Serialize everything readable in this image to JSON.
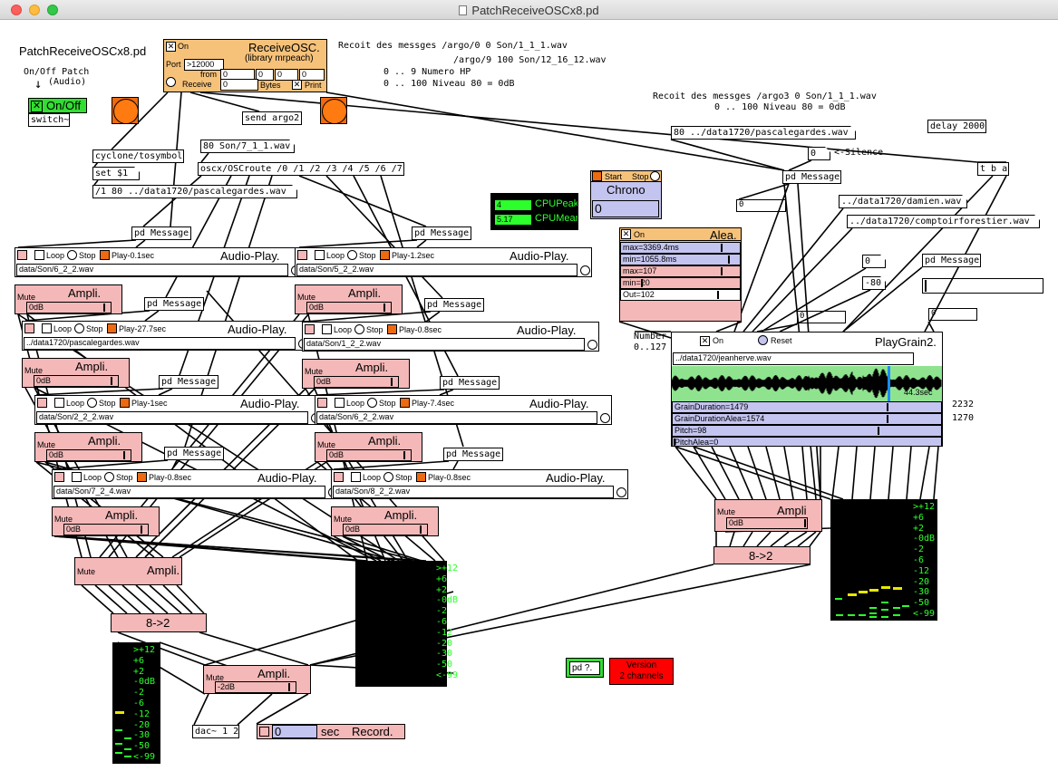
{
  "window": {
    "title": "PatchReceiveOSCx8.pd"
  },
  "colors": {
    "orange": "#ee6a10",
    "pink": "#f4b8b8",
    "lavender": "#c4c4f0",
    "tan": "#f6c27a",
    "vu_green": "#2dff2d",
    "vu_bg": "#000000",
    "alea": "#f6c27a",
    "chrono": "#c4c4f0",
    "version_red": "#ff0000",
    "pd_green": "#33dd33"
  },
  "labels": {
    "patch_name": "PatchReceiveOSCx8.pd",
    "onoff1": "On/Off Patch",
    "onoff2": "(Audio)",
    "recv1": "Recoit des messges /argo/0 0 Son/1_1_1.wav",
    "recv2": "/argo/9 100 Son/12_16_12.wav",
    "recv3": "0 .. 9 Numero HP",
    "recv4": "0 .. 100 Niveau 80 = 0dB",
    "recv5": "Recoit des messges /argo3 0 Son/1_1_1.wav",
    "recv6": "0 .. 100 Niveau 80 = 0dB",
    "number": "Number",
    "range": "0..127",
    "silence": "<-Silence",
    "gd_val": "2232",
    "gda_val": "1270"
  },
  "objects": {
    "switch": "switch~",
    "tosymbol": "cyclone/tosymbol",
    "set": "set $1",
    "send": "send argo2",
    "oscroute": "oscx/OSCroute /0 /1 /2 /3 /4 /5 /6 /7",
    "pdmsg": "pd Message",
    "delay": "delay 2000",
    "tba": "t b a",
    "dac": "dac~ 1 2",
    "pdq": "pd ?."
  },
  "messages": {
    "m1": "80 Son/7_1_1.wav",
    "m2": "/1 80 ../data1720/pascalegardes.wav",
    "m3": "80 ../data1720/pascalegardes.wav",
    "m4": "../data1720/damien.wav",
    "m5": "../data1720/comptoirforestier.wav",
    "zero": "0",
    "neg80": "-80"
  },
  "receiveosc": {
    "on": "On",
    "title": "ReceiveOSC.",
    "lib": "(library mrpeach)",
    "port_label": "Port",
    "port": ">12000",
    "from": "from",
    "receive": "Receive",
    "bytes": "Bytes",
    "print": "Print",
    "v0": "0"
  },
  "cpu": {
    "peak_val": "4",
    "peak": "CPUPeak",
    "mean_val": "5.17",
    "mean": "CPUMean"
  },
  "chrono": {
    "start": "Start",
    "stop": "Stop",
    "title": "Chrono",
    "value": "0"
  },
  "alea": {
    "on": "On",
    "title": "Alea.",
    "rows": [
      "max=3369.4ms",
      "min=1055.8ms",
      "max=107",
      "min=20",
      "Out=102"
    ]
  },
  "playgrain": {
    "on": "On",
    "reset": "Reset",
    "title": "PlayGrain2.",
    "file": "../data1720/jeanherve.wav",
    "time": "44.3sec",
    "rows": [
      "GrainDuration=1479",
      "GrainDurationAlea=1574",
      "Pitch=98",
      "PitchAlea=0"
    ]
  },
  "audioplayers": [
    {
      "loop": "Loop",
      "stop": "Stop",
      "play": "Play-0.1sec",
      "title": "Audio-Play.",
      "file": "data/Son/6_2_2.wav"
    },
    {
      "loop": "Loop",
      "stop": "Stop",
      "play": "Play-1.2sec",
      "title": "Audio-Play.",
      "file": "data/Son/5_2_2.wav"
    },
    {
      "loop": "Loop",
      "stop": "Stop",
      "play": "Play-27.7sec",
      "title": "Audio-Play.",
      "file": "../data1720/pascalegardes.wav"
    },
    {
      "loop": "Loop",
      "stop": "Stop",
      "play": "Play-0.8sec",
      "title": "Audio-Play.",
      "file": "data/Son/1_2_2.wav"
    },
    {
      "loop": "Loop",
      "stop": "Stop",
      "play": "Play-1sec",
      "title": "Audio-Play.",
      "file": "data/Son/2_2_2.wav"
    },
    {
      "loop": "Loop",
      "stop": "Stop",
      "play": "Play-7.4sec",
      "title": "Audio-Play.",
      "file": "data/Son/6_2_2.wav"
    },
    {
      "loop": "Loop",
      "stop": "Stop",
      "play": "Play-0.8sec",
      "title": "Audio-Play.",
      "file": "data/Son/7_2_4.wav"
    },
    {
      "loop": "Loop",
      "stop": "Stop",
      "play": "Play-0.8sec",
      "title": "Audio-Play.",
      "file": "data/Son/8_2_2.wav"
    }
  ],
  "ampli": {
    "mute": "Mute",
    "title": "Ampli.",
    "title2": "Ampli",
    "db": "0dB",
    "db_master": "-2dB"
  },
  "conv": "8->2",
  "vu_ticks": [
    ">+12",
    "+6",
    "+2",
    "-0dB",
    "-2",
    "-6",
    "-12",
    "-20",
    "-30",
    "-50",
    "<-99"
  ],
  "record": {
    "value": "0",
    "sec": "sec",
    "title": "Record."
  },
  "version": {
    "line1": "Version",
    "line2": "2 channels"
  },
  "onoff_toggle": "On/Off"
}
